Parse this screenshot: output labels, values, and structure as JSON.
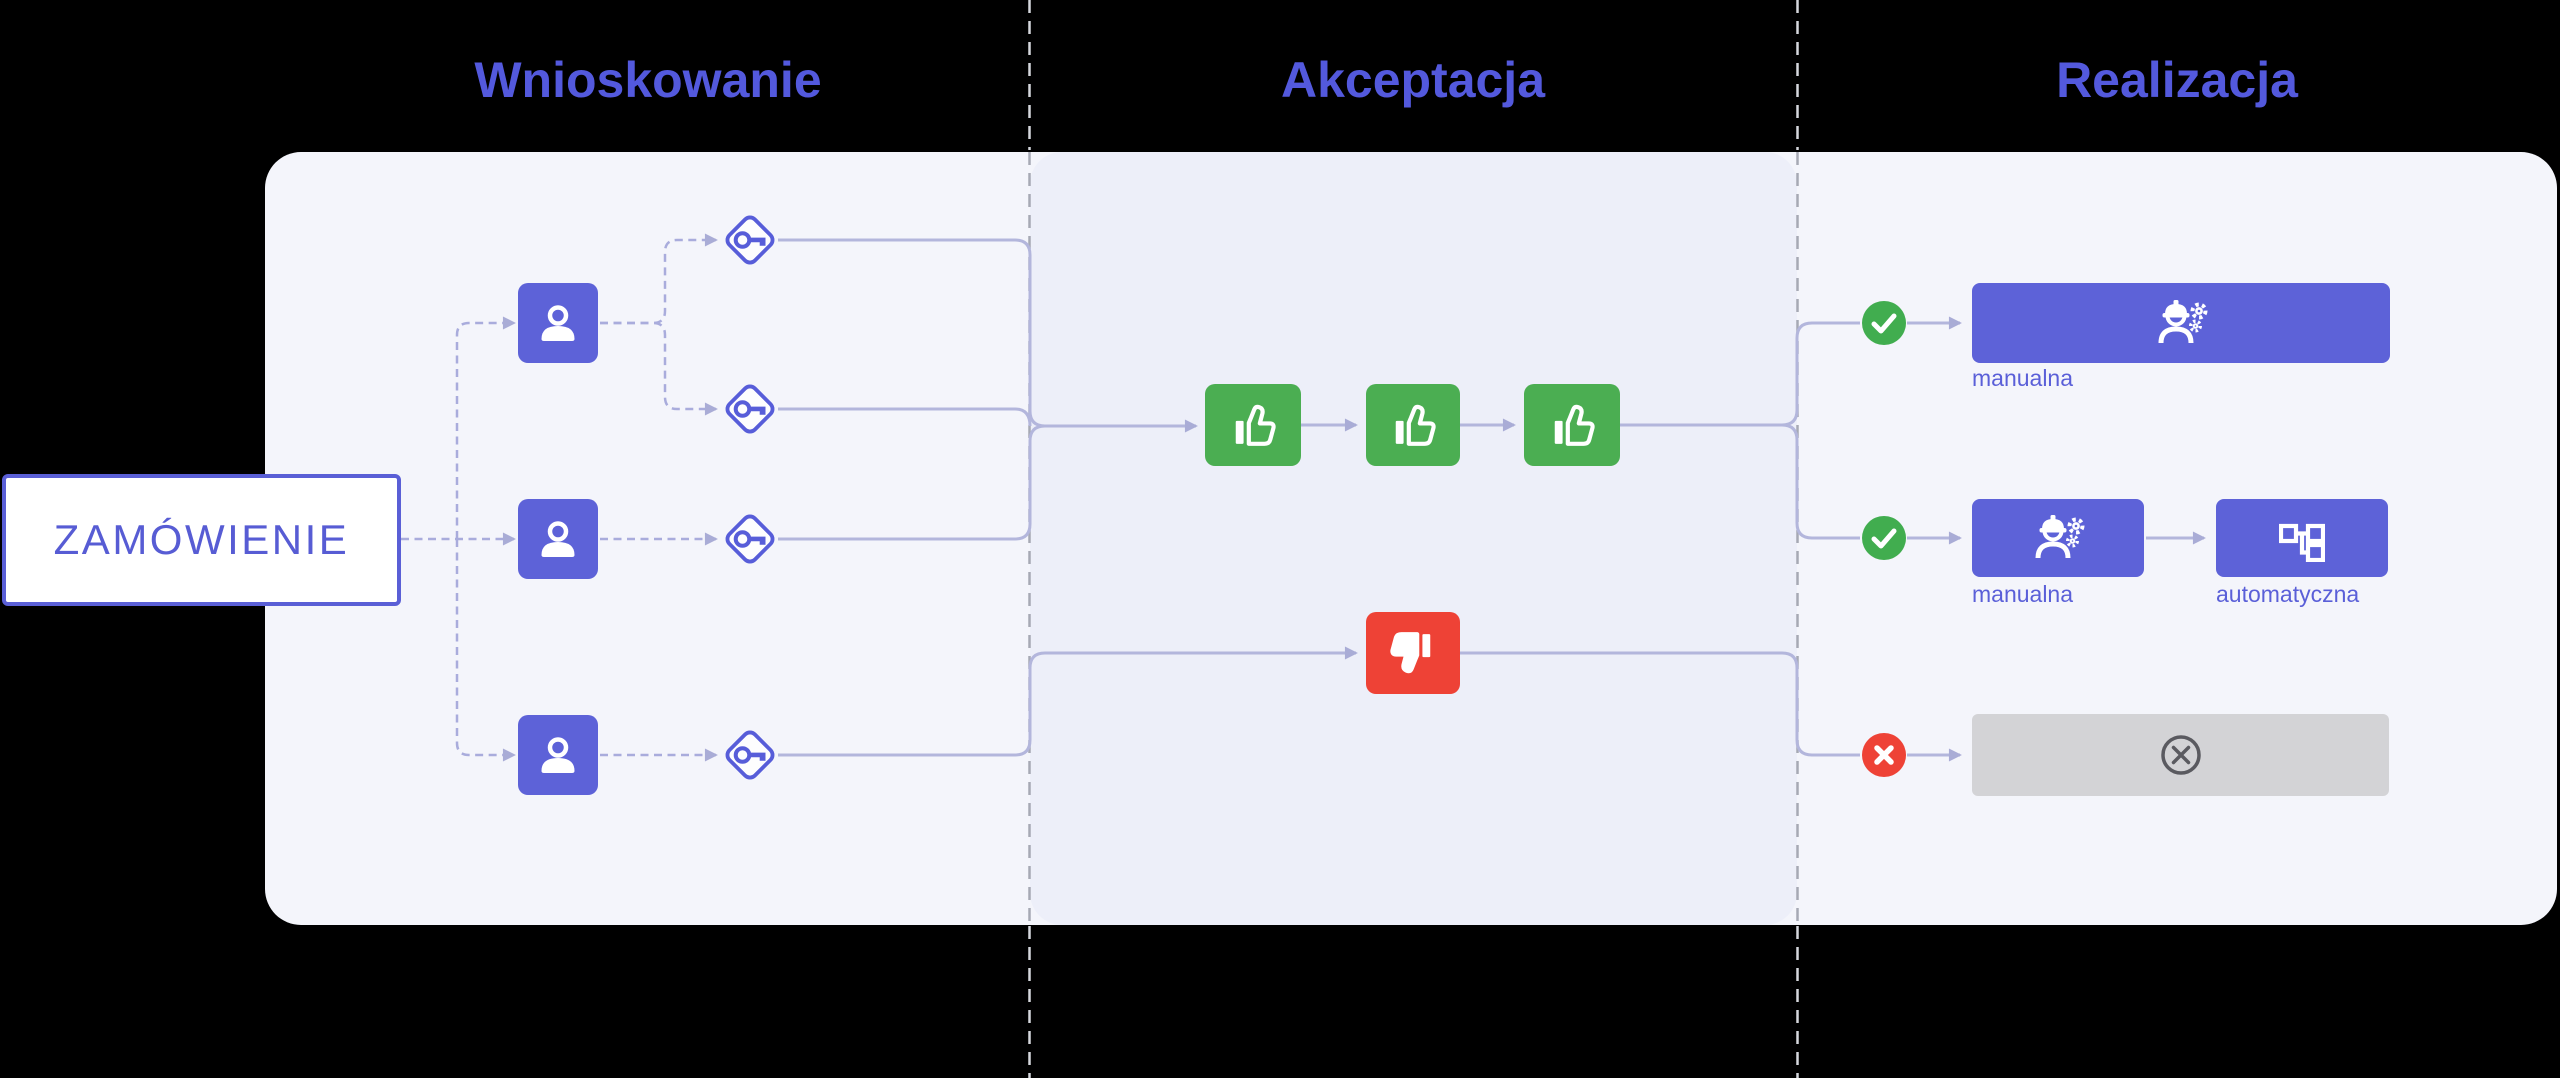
{
  "phases": [
    {
      "label": "Wnioskowanie"
    },
    {
      "label": "Akceptacja"
    },
    {
      "label": "Realizacja"
    }
  ],
  "order": {
    "label": "ZAMÓWIENIE"
  },
  "wnioskowanie": {
    "requesters": 3,
    "access_keys": 4,
    "icons": [
      "person-icon",
      "key-diamond-icon"
    ]
  },
  "akceptacja": {
    "approve_steps": 3,
    "reject_steps": 1,
    "icons": [
      "thumb-up-icon",
      "thumb-down-icon"
    ]
  },
  "realizacja": {
    "outcome_top": {
      "label": "manualna",
      "icon": "engineer-icon",
      "status_icon": "check-circle-icon"
    },
    "outcome_mid_step1": {
      "label": "manualna",
      "icon": "engineer-icon",
      "status_icon": "check-circle-icon"
    },
    "outcome_mid_step2": {
      "label": "automatyczna",
      "icon": "workflow-tree-icon"
    },
    "outcome_bottom": {
      "label": "",
      "icon": "cancelled-circle-icon",
      "status_icon": "x-circle-icon"
    }
  },
  "colors": {
    "background": "#000000",
    "panel": "#f4f5fb",
    "panel_middle": "#edeff9",
    "accent_indigo": "#5d62d8",
    "title_text": "#5359dd",
    "approve_green": "#4bae52",
    "success_green": "#41ad4f",
    "reject_red": "#ee4236",
    "connector": "#b3b6dc",
    "connector_dashed": "#a9acdc",
    "separator_dash_dark_bg": "#d6d8de",
    "separator_dash_light_bg": "#a6a9b4",
    "disabled_gray": "#d3d3d6"
  }
}
